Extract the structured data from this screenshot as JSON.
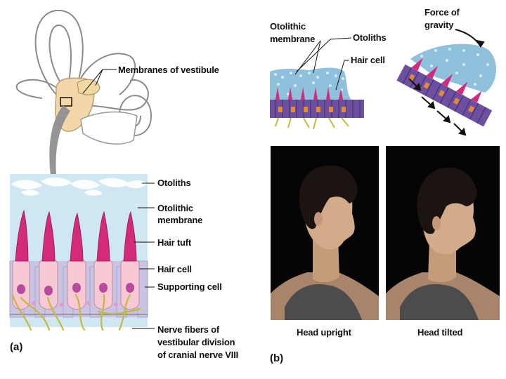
{
  "panel_a": {
    "tag": "(a)",
    "membranes_label": "Membranes of vestibule",
    "labels": {
      "otoliths": "Otoliths",
      "otolithic_membrane_1": "Otolithic",
      "otolithic_membrane_2": "membrane",
      "hair_tuft": "Hair tuft",
      "hair_cell": "Hair cell",
      "supporting_cell": "Supporting cell",
      "nerve_1": "Nerve fibers of",
      "nerve_2": "vestibular division",
      "nerve_3": "of cranial nerve VIII"
    }
  },
  "panel_b": {
    "tag": "(b)",
    "labels": {
      "otolithic_membrane_1": "Otolithic",
      "otolithic_membrane_2": "membrane",
      "otoliths": "Otoliths",
      "hair_cell": "Hair cell",
      "gravity_1": "Force of",
      "gravity_2": "gravity"
    },
    "photo_captions": {
      "upright": "Head upright",
      "tilted": "Head tilted"
    }
  },
  "colors": {
    "membrane": "#cfe7f3",
    "otolith": "#ffffff",
    "hair_tuft": "#d42a7c",
    "hair_cell": "#f6c9d4",
    "supporting_cell": "#c9c4e3",
    "nerve": "#c6b93c",
    "arrow": "#8f8f8f"
  }
}
